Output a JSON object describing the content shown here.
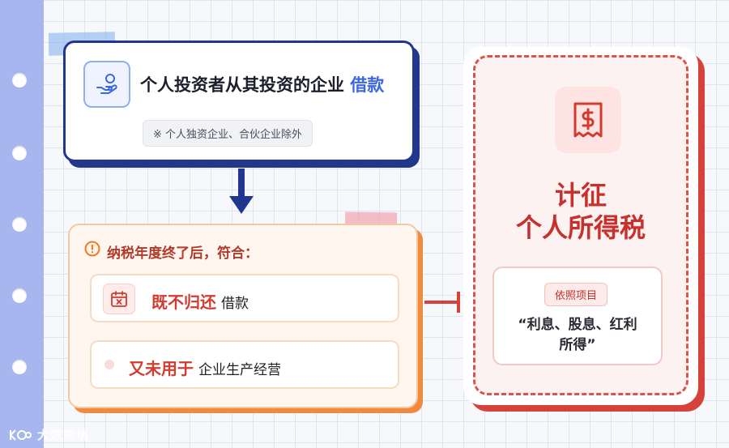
{
  "investor": {
    "title_main": "个人投资者从其投资的企业",
    "title_highlight": "借款",
    "note": "※ 个人独资企业、合伙企业除外"
  },
  "conditions": {
    "heading": "纳税年度终了后，符合：",
    "items": [
      {
        "emphasis": "既不归还",
        "text": "借款"
      },
      {
        "emphasis": "又未用于",
        "text": "企业生产经营"
      }
    ]
  },
  "result": {
    "title_line1": "计征",
    "title_line2": "个人所得税",
    "basis_label": "依照项目",
    "basis_line1": "“利息、股息、红利",
    "basis_line2": "所得”"
  },
  "logo": {
    "text": "大数跨境"
  },
  "colors": {
    "navy": "#21378e",
    "accent_blue": "#3c67de",
    "orange": "#f08a3e",
    "red": "#d23b2f",
    "binder": "#a7b6ee"
  },
  "icons": [
    "hand-coin-icon",
    "warning-icon",
    "calendar-x-icon",
    "receipt-dollar-icon",
    "arrow-down-icon"
  ]
}
